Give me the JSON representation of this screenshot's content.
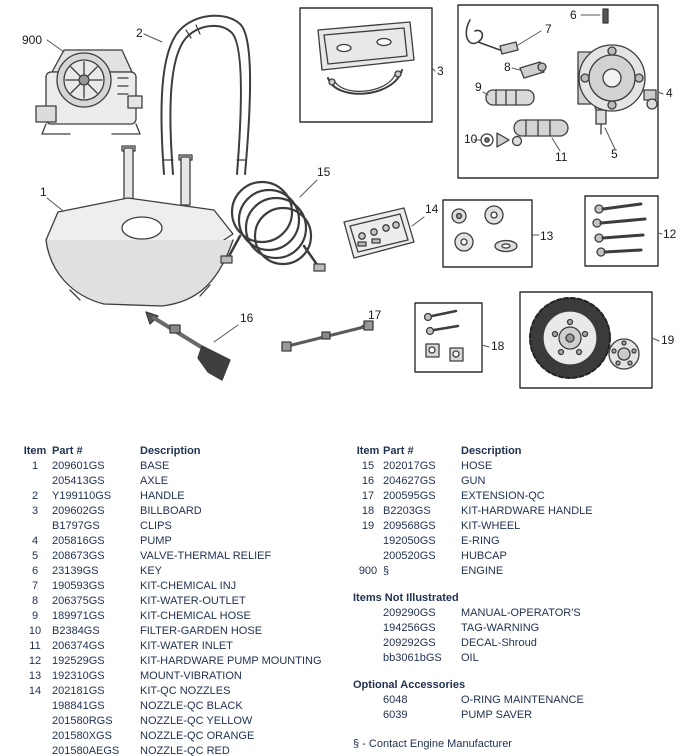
{
  "colors": {
    "table_text": "#1f3050",
    "diagram_line": "#3d3d3d"
  },
  "diagram": {
    "callouts": {
      "c900": "900",
      "c1": "1",
      "c2": "2",
      "c3": "3",
      "c4": "4",
      "c5": "5",
      "c6": "6",
      "c7": "7",
      "c8": "8",
      "c9": "9",
      "c10": "10",
      "c11": "11",
      "c12": "12",
      "c13": "13",
      "c14": "14",
      "c15": "15",
      "c16": "16",
      "c17": "17",
      "c18": "18",
      "c19": "19"
    }
  },
  "left_table": {
    "headers": [
      "Item",
      "Part #",
      "Description"
    ],
    "rows": [
      [
        "1",
        "209601GS",
        "BASE"
      ],
      [
        "",
        "205413GS",
        "AXLE"
      ],
      [
        "2",
        "Y199110GS",
        "HANDLE"
      ],
      [
        "3",
        "209602GS",
        "BILLBOARD"
      ],
      [
        "",
        "B1797GS",
        "CLIPS"
      ],
      [
        "4",
        "205816GS",
        "PUMP"
      ],
      [
        "5",
        "208673GS",
        "VALVE-THERMAL RELIEF"
      ],
      [
        "6",
        "23139GS",
        "KEY"
      ],
      [
        "7",
        "190593GS",
        "KIT-CHEMICAL INJ"
      ],
      [
        "8",
        "206375GS",
        "KIT-WATER-OUTLET"
      ],
      [
        "9",
        "189971GS",
        "KIT-CHEMICAL HOSE"
      ],
      [
        "10",
        "B2384GS",
        "FILTER-GARDEN HOSE"
      ],
      [
        "11",
        "206374GS",
        "KIT-WATER INLET"
      ],
      [
        "12",
        "192529GS",
        "KIT-HARDWARE PUMP MOUNTING"
      ],
      [
        "13",
        "192310GS",
        "MOUNT-VIBRATION"
      ],
      [
        "14",
        "202181GS",
        "KIT-QC NOZZLES"
      ],
      [
        "",
        "198841GS",
        "NOZZLE-QC BLACK"
      ],
      [
        "",
        "201580RGS",
        "NOZZLE-QC YELLOW"
      ],
      [
        "",
        "201580XGS",
        "NOZZLE-QC ORANGE"
      ],
      [
        "",
        "201580AEGS",
        "NOZZLE-QC RED"
      ]
    ]
  },
  "right_table": {
    "headers": [
      "Item",
      "Part #",
      "Description"
    ],
    "rows": [
      [
        "15",
        "202017GS",
        "HOSE"
      ],
      [
        "16",
        "204627GS",
        "GUN"
      ],
      [
        "17",
        "200595GS",
        "EXTENSION-QC"
      ],
      [
        "18",
        "B2203GS",
        "KIT-HARDWARE HANDLE"
      ],
      [
        "19",
        "209568GS",
        "KIT-WHEEL"
      ],
      [
        "",
        "192050GS",
        "E-RING"
      ],
      [
        "",
        "200520GS",
        "HUBCAP"
      ],
      [
        "900",
        "§",
        "ENGINE"
      ]
    ],
    "sections": [
      {
        "title": "Items Not Illustrated",
        "rows": [
          [
            "",
            "209290GS",
            "MANUAL-OPERATOR'S"
          ],
          [
            "",
            "194256GS",
            "TAG-WARNING"
          ],
          [
            "",
            "209292GS",
            "DECAL-Shroud"
          ],
          [
            "",
            "bb3061bGS",
            "OIL"
          ]
        ]
      },
      {
        "title": "Optional Accessories",
        "rows": [
          [
            "",
            "6048",
            "O-RING MAINTENANCE"
          ],
          [
            "",
            "6039",
            "PUMP SAVER"
          ]
        ]
      }
    ],
    "footnote": "§ - Contact Engine Manufacturer"
  }
}
